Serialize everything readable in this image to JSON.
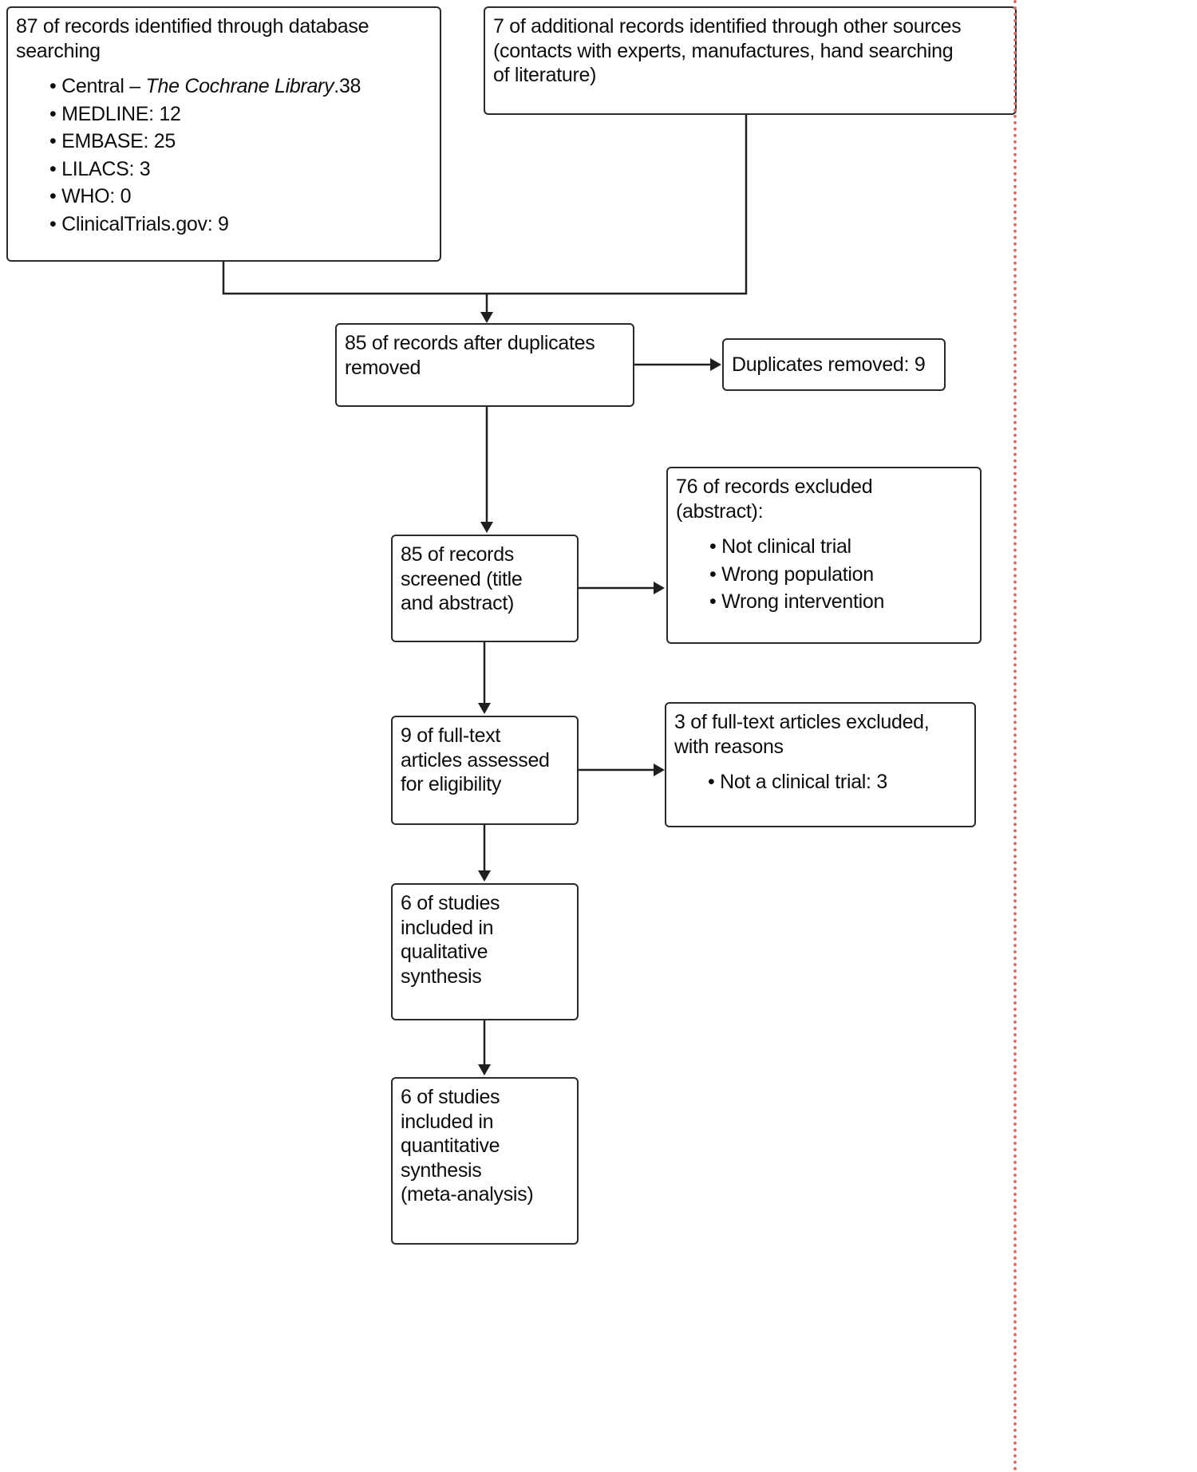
{
  "diagram": {
    "boxes": {
      "identified_database": {
        "title": "87 of records identified through database\nsearching",
        "bullets": [
          {
            "prefix": "Central – ",
            "italic": "The Cochrane Library",
            "suffix": ".38"
          },
          "MEDLINE: 12",
          "EMBASE: 25",
          "LILACS: 3",
          "WHO: 0",
          "ClinicalTrials.gov: 9"
        ]
      },
      "identified_other": {
        "title": "7 of additional records identified through other sources\n(contacts with experts, manufactures, hand searching\nof literature)"
      },
      "after_duplicates": {
        "title": "85 of records after duplicates\nremoved"
      },
      "duplicates_removed": {
        "title": "Duplicates removed: 9"
      },
      "screened": {
        "title": "85 of records\nscreened (title\nand abstract)"
      },
      "excluded_abstract": {
        "title": "76 of records excluded\n(abstract):",
        "bullets": [
          "Not clinical trial",
          "Wrong population",
          "Wrong intervention"
        ]
      },
      "fulltext_assessed": {
        "title": "9 of full-text\narticles assessed\nfor eligibility"
      },
      "fulltext_excluded": {
        "title": "3 of full-text articles excluded,\nwith reasons",
        "bullets": [
          "Not a clinical trial: 3"
        ]
      },
      "qualitative": {
        "title": "6 of studies\nincluded in\nqualitative\nsynthesis"
      },
      "quantitative": {
        "title": "6 of studies\nincluded in\nquantitative\nsynthesis\n(meta-analysis)"
      }
    }
  }
}
